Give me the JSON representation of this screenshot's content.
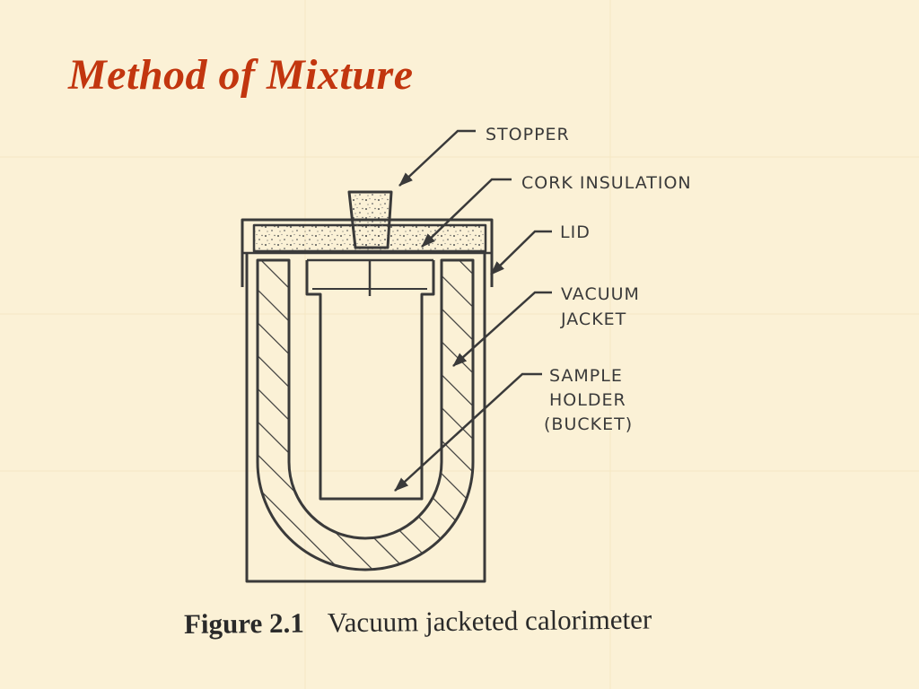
{
  "slide": {
    "title": "Method of Mixture",
    "colors": {
      "background": "#fbf1d6",
      "title": "#c2360f",
      "ink": "#3a3a3a"
    }
  },
  "diagram": {
    "labels": {
      "stopper": "STOPPER",
      "cork_insulation": "CORK INSULATION",
      "lid": "LID",
      "vacuum_jacket_1": "VACUUM",
      "vacuum_jacket_2": "JACKET",
      "sample_holder_1": "SAMPLE",
      "sample_holder_2": "HOLDER",
      "sample_holder_3": "(BUCKET)"
    }
  },
  "caption": {
    "figure_number": "Figure 2.1",
    "text": "Vacuum jacketed calorimeter"
  }
}
